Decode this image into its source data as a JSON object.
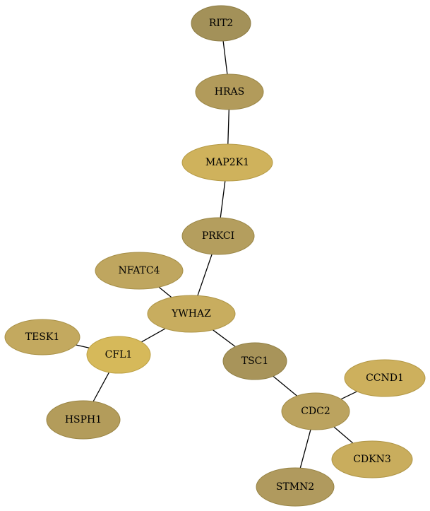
{
  "network": {
    "nodes": [
      {
        "id": "RIT2",
        "label": "RIT2",
        "fill": "#a39159",
        "stroke": "#8e7d45"
      },
      {
        "id": "HRAS",
        "label": "HRAS",
        "fill": "#b29b5b",
        "stroke": "#998545"
      },
      {
        "id": "MAP2K1",
        "label": "MAP2K1",
        "fill": "#cfb25c",
        "stroke": "#b59a45"
      },
      {
        "id": "PRKCI",
        "label": "PRKCI",
        "fill": "#b49e5e",
        "stroke": "#9a8646"
      },
      {
        "id": "NFATC4",
        "label": "NFATC4",
        "fill": "#bfa65f",
        "stroke": "#a58e47"
      },
      {
        "id": "YWHAZ",
        "label": "YWHAZ",
        "fill": "#c8ad5f",
        "stroke": "#ae9547"
      },
      {
        "id": "TESK1",
        "label": "TESK1",
        "fill": "#c3a95f",
        "stroke": "#a99147"
      },
      {
        "id": "CFL1",
        "label": "CFL1",
        "fill": "#d6b95a",
        "stroke": "#bca043"
      },
      {
        "id": "TSC1",
        "label": "TSC1",
        "fill": "#a8945a",
        "stroke": "#918046"
      },
      {
        "id": "CCND1",
        "label": "CCND1",
        "fill": "#cdb05d",
        "stroke": "#b39845"
      },
      {
        "id": "CDC2",
        "label": "CDC2",
        "fill": "#bba35f",
        "stroke": "#a18b47"
      },
      {
        "id": "HSPH1",
        "label": "HSPH1",
        "fill": "#b39c5b",
        "stroke": "#9a8545"
      },
      {
        "id": "CDKN3",
        "label": "CDKN3",
        "fill": "#c9ad5d",
        "stroke": "#af9546"
      },
      {
        "id": "STMN2",
        "label": "STMN2",
        "fill": "#b09a5e",
        "stroke": "#978446"
      }
    ],
    "edges": [
      {
        "source": "RIT2",
        "target": "HRAS"
      },
      {
        "source": "HRAS",
        "target": "MAP2K1"
      },
      {
        "source": "MAP2K1",
        "target": "PRKCI"
      },
      {
        "source": "PRKCI",
        "target": "YWHAZ"
      },
      {
        "source": "NFATC4",
        "target": "YWHAZ"
      },
      {
        "source": "YWHAZ",
        "target": "CFL1"
      },
      {
        "source": "YWHAZ",
        "target": "TSC1"
      },
      {
        "source": "TESK1",
        "target": "CFL1"
      },
      {
        "source": "CFL1",
        "target": "HSPH1"
      },
      {
        "source": "TSC1",
        "target": "CDC2"
      },
      {
        "source": "CCND1",
        "target": "CDC2"
      },
      {
        "source": "CDC2",
        "target": "CDKN3"
      },
      {
        "source": "CDC2",
        "target": "STMN2"
      }
    ]
  }
}
